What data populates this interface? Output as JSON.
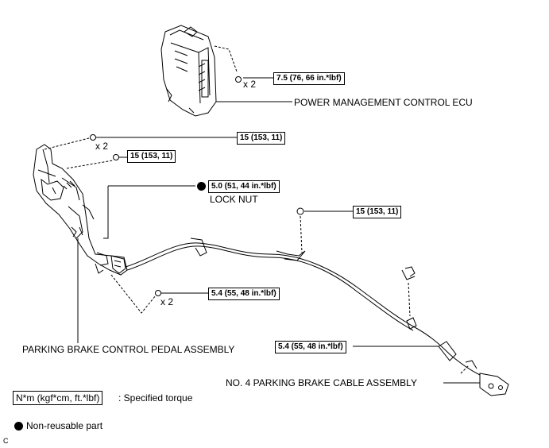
{
  "torques": {
    "ecu_nut": "7.5 (76, 66 in.*lbf)",
    "pedal_upper": "15 (153, 11)",
    "pedal_bolt": "15 (153, 11)",
    "lock_nut": "5.0 (51, 44 in.*lbf)",
    "cable_bolt": "15 (153, 11)",
    "pedal_lower": "5.4 (55, 48 in.*lbf)",
    "cable_end": "5.4 (55, 48 in.*lbf)"
  },
  "quantities": {
    "ecu": "x 2",
    "upper": "x 2",
    "lower": "x 2"
  },
  "parts": {
    "ecu": "POWER MANAGEMENT CONTROL ECU",
    "lock_nut": "LOCK NUT",
    "pedal": "PARKING BRAKE CONTROL PEDAL ASSEMBLY",
    "cable": "NO. 4 PARKING BRAKE CABLE ASSEMBLY"
  },
  "legend": {
    "torque_unit": "N*m (kgf*cm, ft.*lbf)",
    "torque_desc": ": Specified torque",
    "nonreusable": "Non-reusable part"
  },
  "figure_code": "C"
}
